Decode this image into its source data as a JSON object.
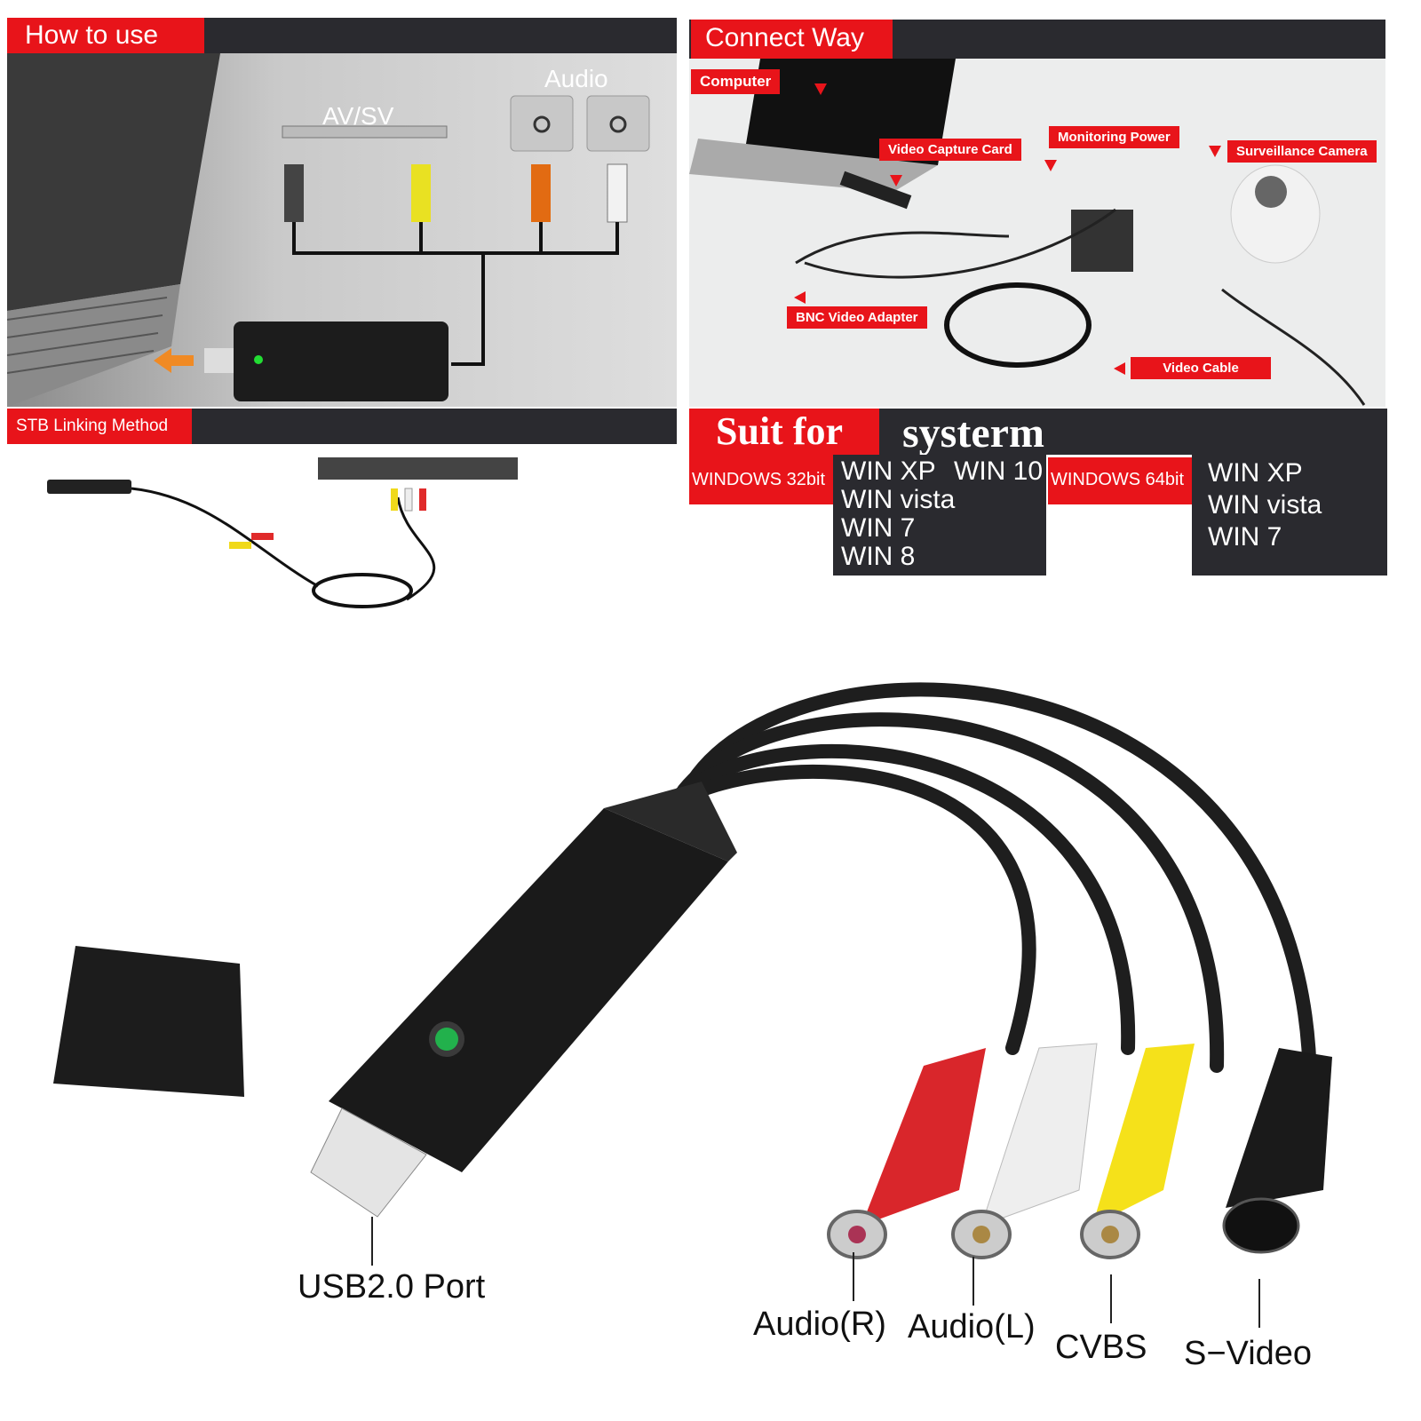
{
  "how_to_use": {
    "title": "How to use",
    "av_label": "AV/SV",
    "audio_label": "Audio"
  },
  "stb": {
    "title": "STB Linking Method"
  },
  "connect_way": {
    "title": "Connect Way",
    "labels": {
      "computer": "Computer",
      "capture_card": "Video Capture Card",
      "power": "Monitoring Power",
      "camera": "Surveillance Camera",
      "bnc": "BNC Video Adapter",
      "cable": "Video Cable"
    }
  },
  "suit_for": {
    "title_left": "Suit for",
    "title_right": "systerm",
    "win32": {
      "label": "WINDOWS 32bit",
      "items": [
        "WIN XP",
        "WIN 10",
        "WIN vista",
        "WIN 7",
        "WIN 8"
      ]
    },
    "win64": {
      "label": "WINDOWS 64bit",
      "items": [
        "WIN XP",
        "WIN vista",
        "WIN 7"
      ]
    }
  },
  "product": {
    "usb": "USB2.0 Port",
    "audio_r": "Audio(R)",
    "audio_l": "Audio(L)",
    "cvbs": "CVBS",
    "svideo": "S−Video"
  },
  "colors": {
    "accent_red": "#e8141a",
    "dark": "#2a2a2f",
    "rca_red": "#d9262b",
    "rca_white": "#eeeeee",
    "rca_yellow": "#f5e11a",
    "led_green": "#22b14c"
  }
}
